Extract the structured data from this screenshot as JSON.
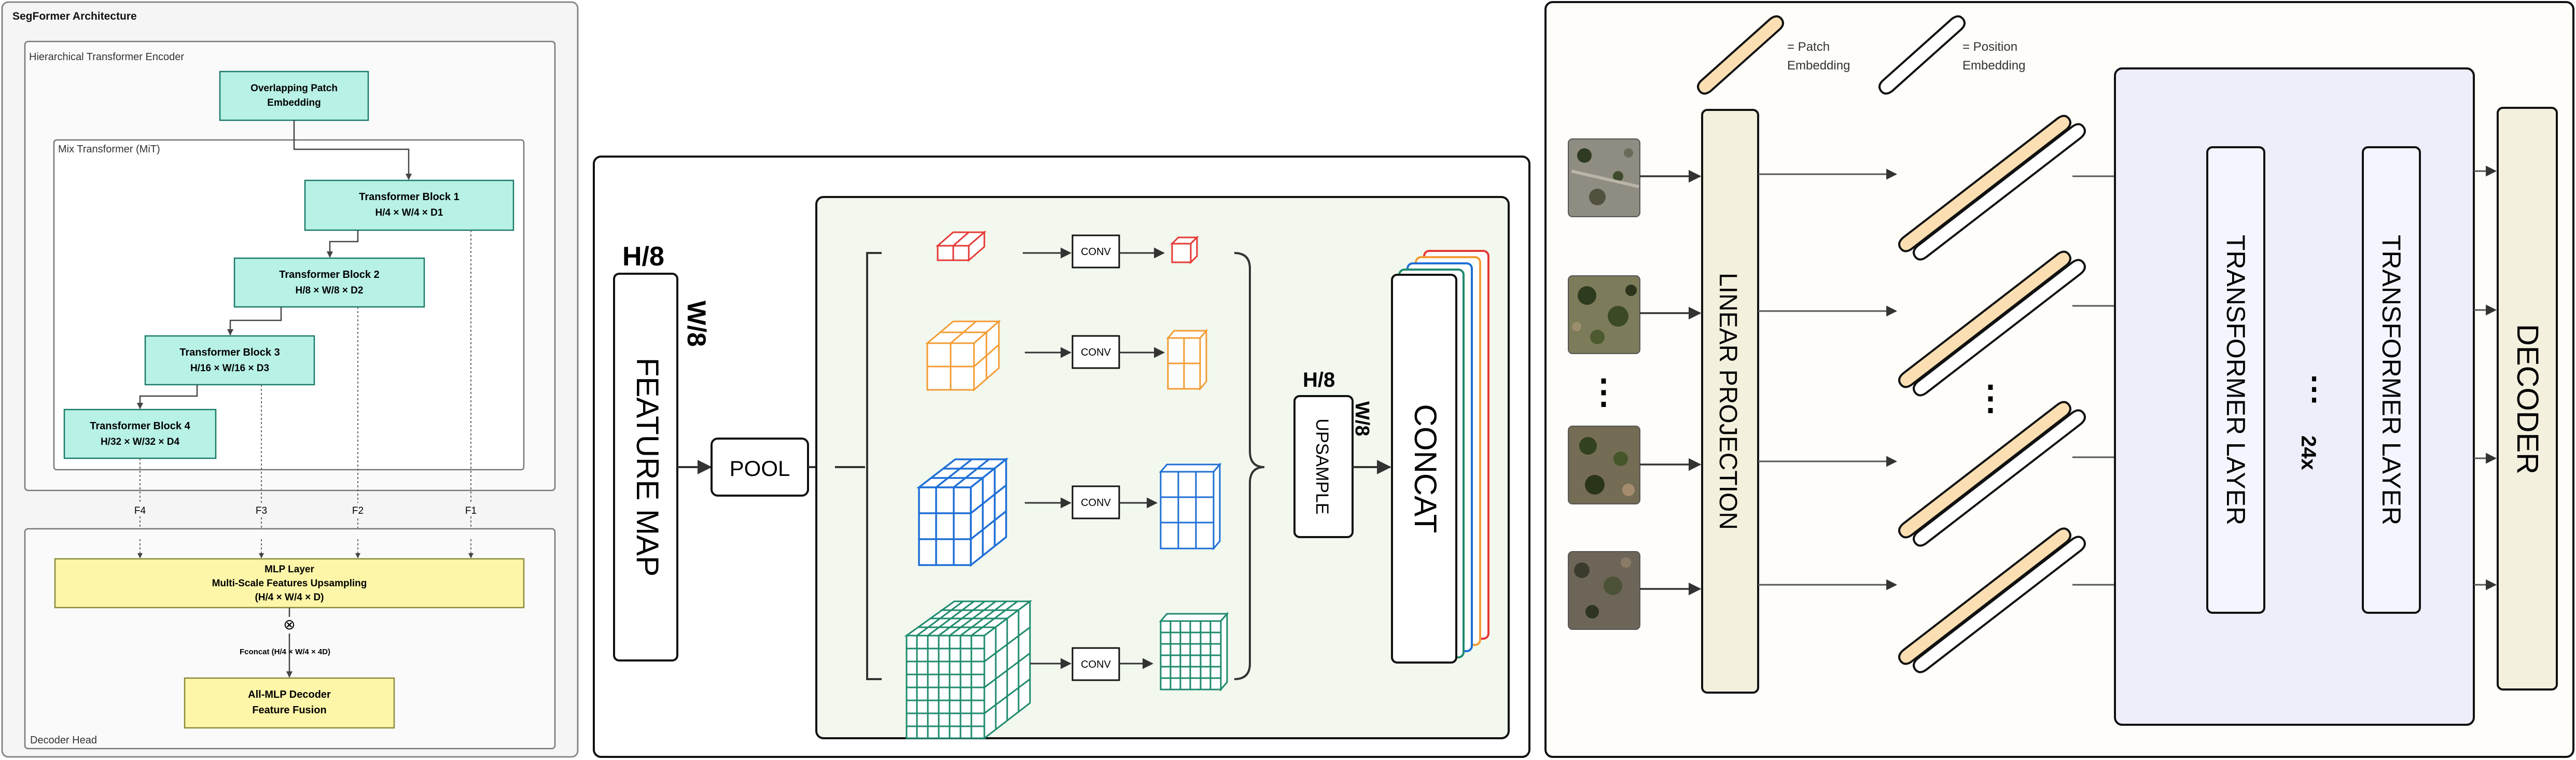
{
  "panel_a": {
    "title": "SegFormer Architecture",
    "encoder_label": "Hierarchical Transformer Encoder",
    "patch_embed": [
      "Overlapping Patch",
      "Embedding"
    ],
    "mit_label": "Mix Transformer (MiT)",
    "blocks": [
      {
        "title": "Transformer Block 1",
        "dims": "H/4 × W/4 × D1"
      },
      {
        "title": "Transformer Block 2",
        "dims": "H/8 × W/8 × D2"
      },
      {
        "title": "Transformer Block 3",
        "dims": "H/16 × W/16 × D3"
      },
      {
        "title": "Transformer Block 4",
        "dims": "H/32 × W/32 × D4"
      }
    ],
    "features": [
      "F4",
      "F3",
      "F2",
      "F1"
    ],
    "mlp": [
      "MLP Layer",
      "Multi-Scale Features Upsampling",
      "(H/4 × W/4 × D)"
    ],
    "concat_symbol": "⊗",
    "fconcat": "Fconcat (H/4 × W/4 × 4D)",
    "all_mlp": [
      "All-MLP Decoder",
      "Feature Fusion"
    ],
    "decoder_label": "Decoder Head"
  },
  "panel_b": {
    "feature_map_h": "H/8",
    "feature_map_w": "W/8",
    "feature_map_label": "FEATURE MAP",
    "pool_label": "POOL",
    "conv_label": "CONV",
    "upsample_h": "H/8",
    "upsample_w": "W/8",
    "upsample_label": "UPSAMPLE",
    "concat_label": "CONCAT",
    "colors": {
      "red": "#e53935",
      "orange": "#f39c34",
      "blue": "#1f6fd6",
      "green": "#1e8a6e",
      "panel_fill": "#f2f8ee"
    }
  },
  "panel_c": {
    "legend_patch": [
      "= Patch",
      "Embedding"
    ],
    "legend_position": [
      "= Position",
      "Embedding"
    ],
    "linear_projection": "LINEAR PROJECTION",
    "transformer_layer": "TRANSFORMER LAYER",
    "transformer_dots": "⋮",
    "repeat_label": "24x",
    "decoder": "DECODER",
    "dots": "⋮",
    "colors": {
      "patch": "#fbdfb2",
      "linear": "#f3f0de",
      "transformer_bg": "#eeeefb",
      "layer": "#f4f6ff",
      "decoder": "#f3f0de"
    }
  }
}
